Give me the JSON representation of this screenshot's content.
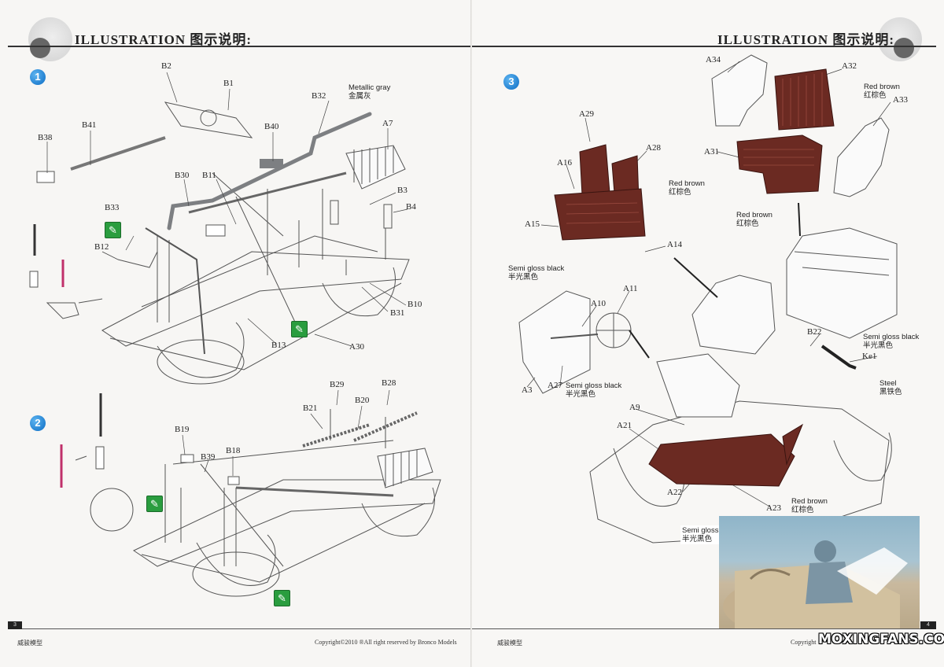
{
  "pages": [
    {
      "side": "left",
      "header_title": "ILLUSTRATION 图示说明:",
      "page_number": "3",
      "footer_left": "威骏模型",
      "footer_center": "Copyright©2010  ®All right reserved by Bronco Models",
      "steps": [
        {
          "number": "1",
          "labels": [
            "B2",
            "B1",
            "B32",
            "B41",
            "B38",
            "B40",
            "A7",
            "B30",
            "B11",
            "B3",
            "B4",
            "B33",
            "B12",
            "B10",
            "B31",
            "B13",
            "A30"
          ],
          "notes": [
            {
              "en": "Metallic gray",
              "zh": "金属灰"
            }
          ]
        },
        {
          "number": "2",
          "labels": [
            "B29",
            "B28",
            "B21",
            "B20",
            "B19",
            "B39",
            "B18"
          ]
        }
      ]
    },
    {
      "side": "right",
      "header_title": "ILLUSTRATION 图示说明:",
      "page_number": "4",
      "footer_left": "威骏模型",
      "footer_center": "Copyright",
      "steps": [
        {
          "number": "3",
          "labels": [
            "A34",
            "A32",
            "A33",
            "A31",
            "A29",
            "A28",
            "A16",
            "A15",
            "A14",
            "A11",
            "A10",
            "A3",
            "A27",
            "A9",
            "A21",
            "A22",
            "A23",
            "B22",
            "Ke1"
          ],
          "notes": [
            {
              "en": "Red brown",
              "zh": "红棕色"
            },
            {
              "en": "Red brown",
              "zh": "红棕色"
            },
            {
              "en": "Red brown",
              "zh": "红棕色"
            },
            {
              "en": "Semi gloss black",
              "zh": "半光黑色"
            },
            {
              "en": "Semi gloss black",
              "zh": "半光黑色"
            },
            {
              "en": "Semi gloss black",
              "zh": "半光黑色"
            },
            {
              "en": "Steel",
              "zh": "黑铁色"
            },
            {
              "en": "Red brown",
              "zh": "红棕色"
            },
            {
              "en": "Semi gloss black",
              "zh": "半光黑色"
            }
          ]
        }
      ]
    }
  ],
  "watermark": "MOXINGFANS.COM",
  "colors": {
    "step_badge": "#0b6cc4",
    "red_brown": "#6b2a22",
    "glue_icon": "#2a9d3f",
    "metallic_gray": "#7d7f82"
  },
  "icons": [
    "glue-tube-icon",
    "step-badge-icon"
  ]
}
